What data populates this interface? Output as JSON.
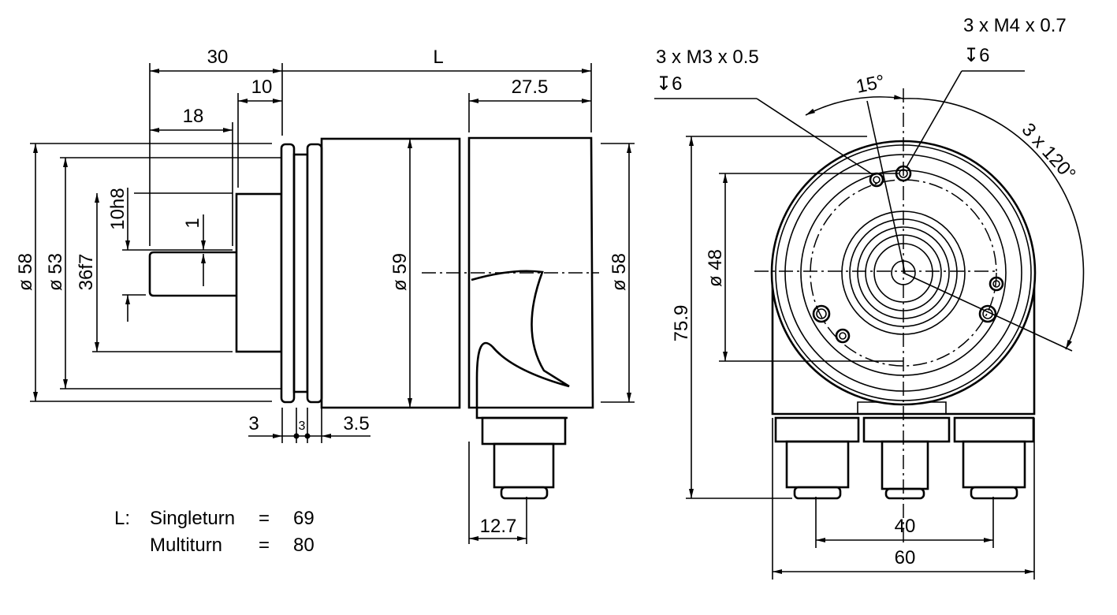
{
  "side_view": {
    "dims": {
      "d30": "30",
      "L": "L",
      "d10": "10",
      "d27_5": "27.5",
      "d18": "18",
      "dia58_left": "ø 58",
      "dia53": "ø 53",
      "d36f7": "36f7",
      "d10h8": "10h8",
      "d1": "1",
      "dia59": "ø 59",
      "dia58_right": "ø 58",
      "d3a": "3",
      "d3b": "3",
      "d3_5": "3.5",
      "d12_7": "12.7"
    }
  },
  "legend": {
    "prefix": "L:",
    "rows": [
      {
        "label": "Singleturn",
        "eq": "=",
        "value": "69"
      },
      {
        "label": "Multiturn",
        "eq": "=",
        "value": "80"
      }
    ]
  },
  "front_view": {
    "callout_m3": {
      "line1": "3 x M3 x 0.5",
      "line2": "↧6"
    },
    "callout_m4": {
      "line1": "3 x M4 x 0.7",
      "line2": "↧6"
    },
    "dims": {
      "angle15": "15°",
      "angle120": "3 x 120°",
      "dia48": "ø 48",
      "h75_9": "75.9",
      "w40": "40",
      "w60": "60"
    }
  },
  "colors": {
    "line": "#000000",
    "background": "#ffffff"
  }
}
